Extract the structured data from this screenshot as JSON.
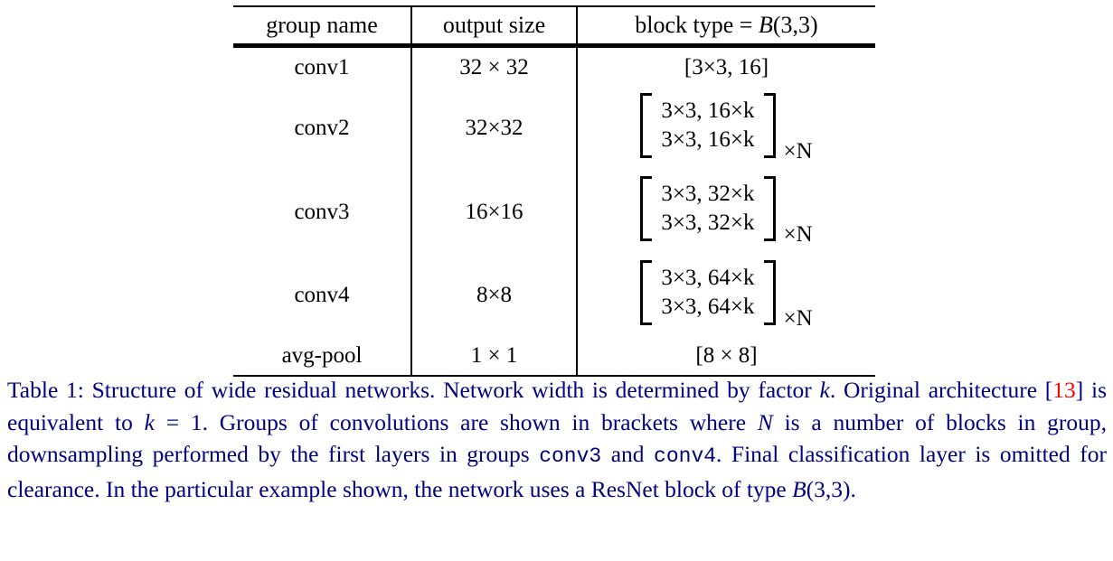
{
  "table": {
    "headers": {
      "group_name": "group name",
      "output_size": "output size",
      "block_type_prefix": "block type = ",
      "block_type_var": "B",
      "block_type_args": "(3,3)"
    },
    "rows": [
      {
        "group": "conv1",
        "output": "32 × 32",
        "block_kind": "simple",
        "block": "[3×3, 16]",
        "matrix_rows": [],
        "multiplier": ""
      },
      {
        "group": "conv2",
        "output": "32×32",
        "block_kind": "matrix",
        "block": "",
        "matrix_rows": [
          "3×3, 16×k",
          "3×3, 16×k"
        ],
        "multiplier": "×N"
      },
      {
        "group": "conv3",
        "output": "16×16",
        "block_kind": "matrix",
        "block": "",
        "matrix_rows": [
          "3×3, 32×k",
          "3×3, 32×k"
        ],
        "multiplier": "×N"
      },
      {
        "group": "conv4",
        "output": "8×8",
        "block_kind": "matrix",
        "block": "",
        "matrix_rows": [
          "3×3, 64×k",
          "3×3, 64×k"
        ],
        "multiplier": "×N"
      },
      {
        "group": "avg-pool",
        "output": "1 × 1",
        "block_kind": "simple",
        "block": "[8 × 8]",
        "matrix_rows": [],
        "multiplier": ""
      }
    ]
  },
  "caption": {
    "label": "Table 1:",
    "seg1": " Structure of wide residual networks.  Network width is determined by factor ",
    "k1": "k",
    "seg2": ". Original architecture [",
    "cite": "13",
    "seg3": "] is equivalent to ",
    "k2": "k",
    "seg4": " = 1. Groups of convolutions are shown in brackets where ",
    "N1": "N",
    "seg5": " is a number of blocks in group, downsampling performed by the first layers in groups ",
    "mono1": "conv3",
    "seg6": " and ",
    "mono2": "conv4",
    "seg7": ".  Final classification layer is omitted for clearance.  In the particular example shown, the network uses a ResNet block of type ",
    "B": "B",
    "seg8": "(3,3)."
  },
  "colors": {
    "caption_text": "#000080",
    "citation": "#ff0000",
    "rule": "#000000",
    "page_background": "#ffffff"
  }
}
